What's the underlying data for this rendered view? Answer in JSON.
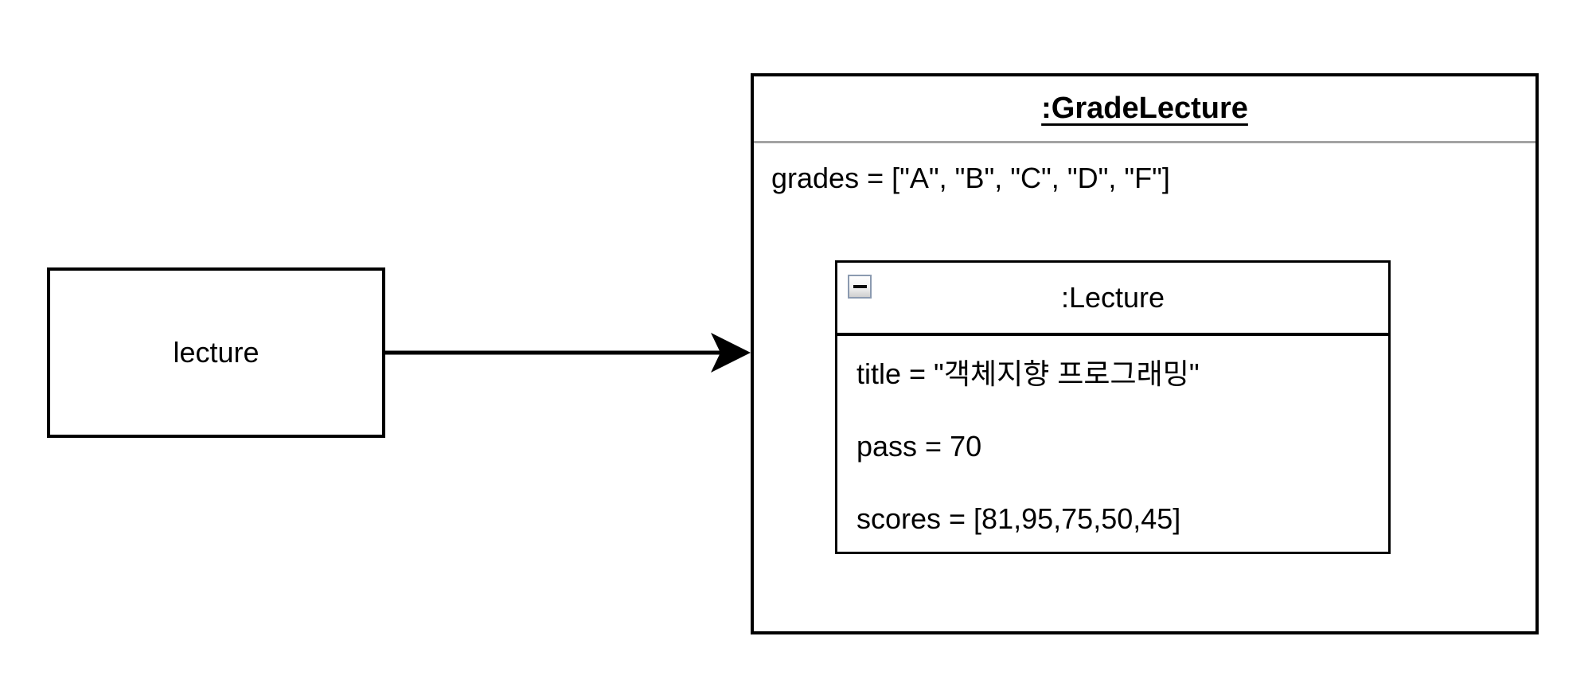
{
  "diagram": {
    "type": "uml-object-diagram",
    "reference": {
      "label": "lecture"
    },
    "connector": {
      "style": "solid-arrow",
      "direction": "left-to-right"
    },
    "grade_lecture": {
      "title": ":GradeLecture",
      "attributes": [
        "grades = [\"A\", \"B\", \"C\", \"D\", \"F\"]"
      ],
      "nested_lecture": {
        "title": ":Lecture",
        "collapse_icon": "minus-icon",
        "collapsed": false,
        "attributes": [
          "title = \"객체지향 프로그래밍\"",
          "pass = 70",
          "scores = [81,95,75,50,45]"
        ]
      }
    },
    "colors": {
      "background": "#ffffff",
      "stroke": "#000000",
      "text": "#000000",
      "outer_header_divider": "#a3a3a3",
      "collapse_button_border": "#8b9ab0",
      "collapse_button_fill_top": "#ffffff",
      "collapse_button_fill_bottom": "#cfcfcf"
    }
  }
}
